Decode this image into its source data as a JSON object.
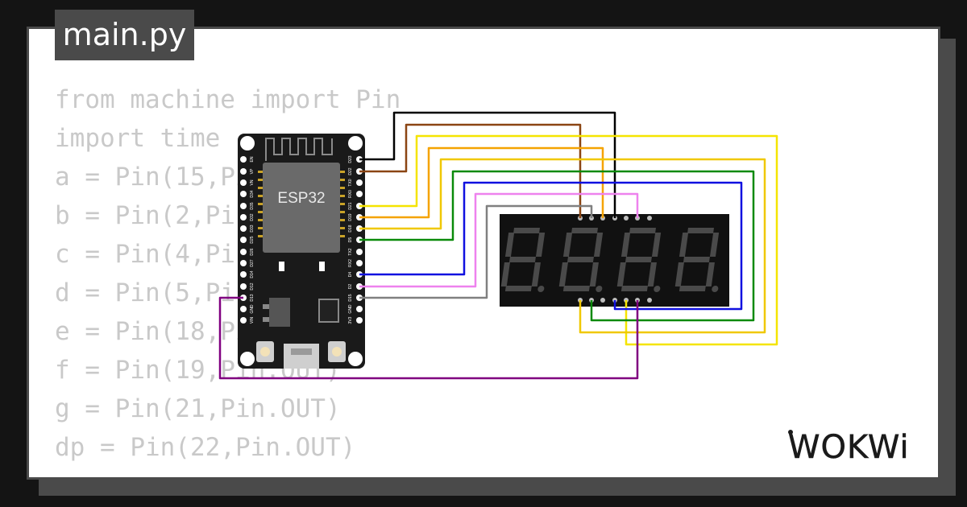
{
  "file_tab": {
    "label": "main.py"
  },
  "code_lines": [
    "from machine import Pin",
    "import time",
    "a = Pin(15,Pin.OUT)",
    "b = Pin(2,Pin.OUT)",
    "c = Pin(4,Pin.OUT)",
    "d = Pin(5,Pin.OUT)",
    "e = Pin(18,Pin.OUT)",
    "f = Pin(19,Pin.OUT)",
    "g = Pin(21,Pin.OUT)",
    "dp = Pin(22,Pin.OUT)"
  ],
  "board": {
    "chip_label": "ESP32",
    "left_pins": [
      "EN",
      "VP",
      "VN",
      "D34",
      "D35",
      "D32",
      "D33",
      "D25",
      "D26",
      "D27",
      "D14",
      "D12",
      "D13",
      "GND",
      "VIN"
    ],
    "right_pins": [
      "D23",
      "D22",
      "TX0",
      "RX0",
      "D21",
      "D19",
      "D18",
      "D5",
      "TX2",
      "RX2",
      "D4",
      "D2",
      "D15",
      "GND",
      "3V3"
    ]
  },
  "brand": {
    "logo": "WOKWi"
  },
  "colors": {
    "card_border": "#4a4a4a",
    "code_text": "#c9c9c9",
    "board": "#1a1a1a",
    "display": "#111111",
    "segment_off": "#4a4a4a",
    "wire_black": "#000000",
    "wire_brown": "#8b4513",
    "wire_yellow": "#f5e400",
    "wire_orange": "#f5a300",
    "wire_gold": "#f0c800",
    "wire_green": "#0a8a0a",
    "wire_blue": "#1010e0",
    "wire_violet": "#ee82ee",
    "wire_gray": "#808080",
    "wire_purple": "#800080"
  }
}
